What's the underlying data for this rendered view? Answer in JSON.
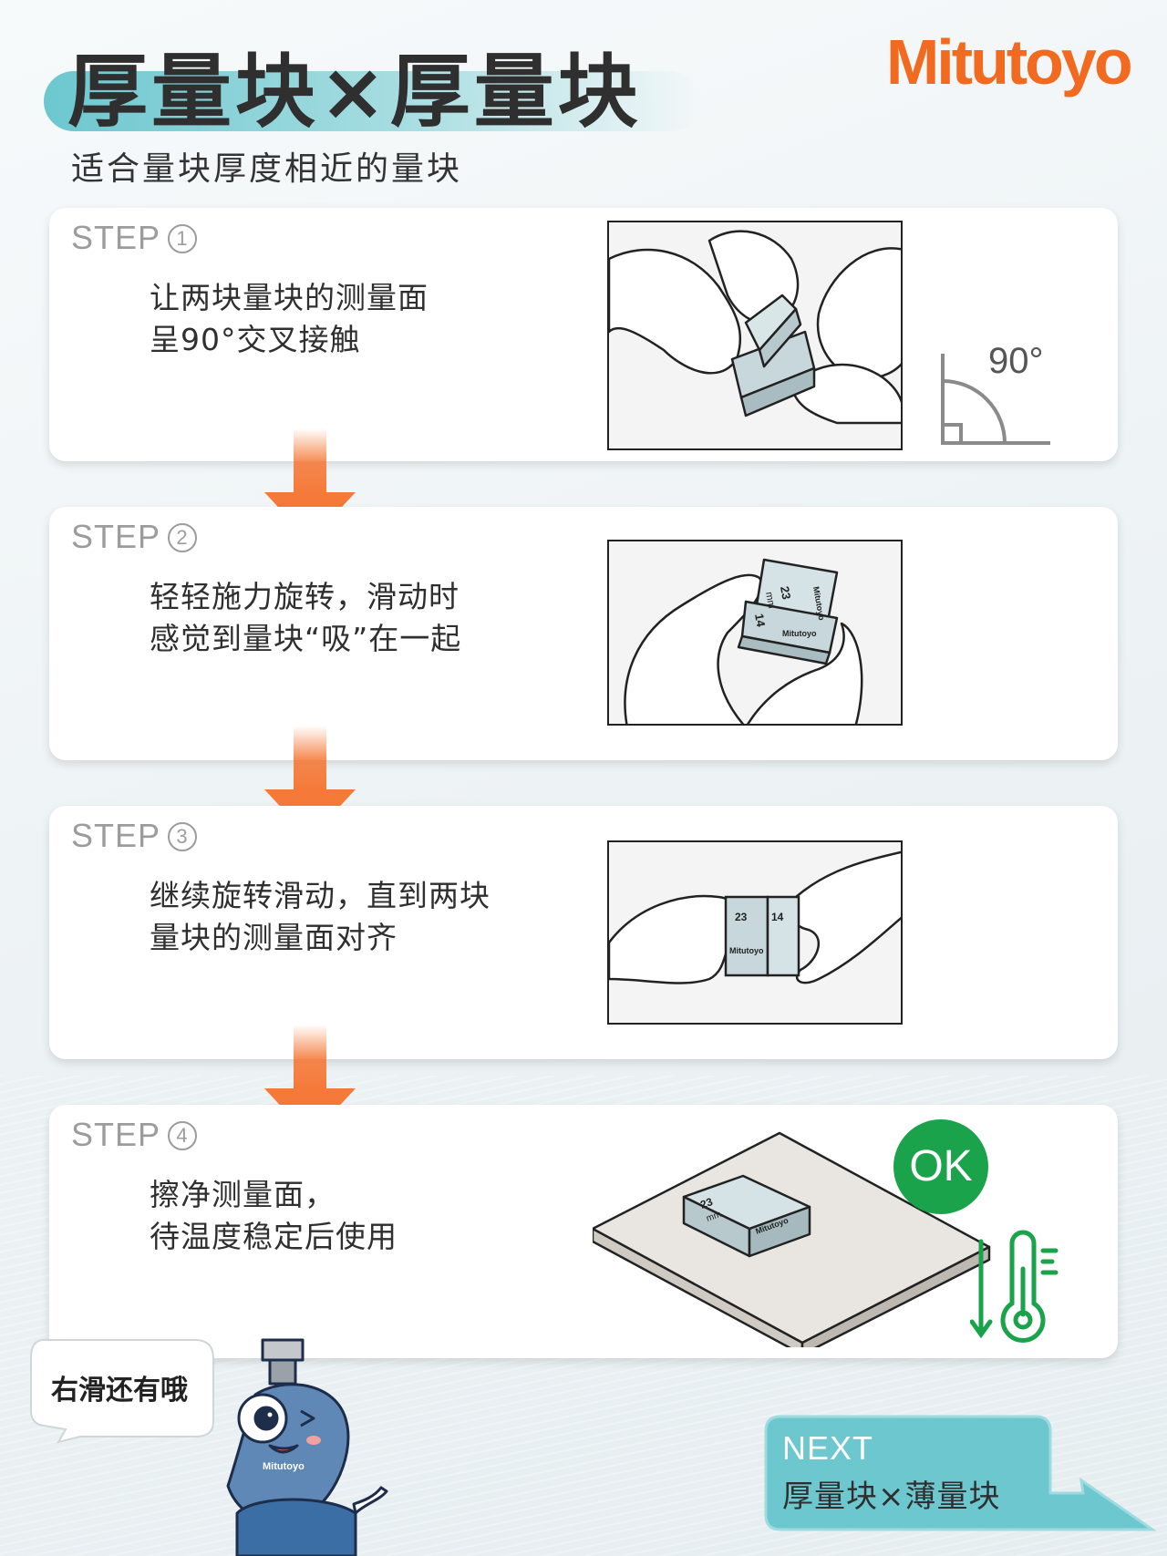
{
  "header": {
    "title": "厚量块×厚量块",
    "subtitle": "适合量块厚度相近的量块",
    "logo": "Mitutoyo"
  },
  "steps": [
    {
      "label": "STEP",
      "number": "1",
      "lines": [
        "让两块量块的测量面",
        "呈90°交叉接触"
      ],
      "angle_label": "90°"
    },
    {
      "label": "STEP",
      "number": "2",
      "lines": [
        "轻轻施力旋转，滑动时",
        "感觉到量块“吸”在一起"
      ]
    },
    {
      "label": "STEP",
      "number": "3",
      "lines": [
        "继续旋转滑动，直到两块",
        "量块的测量面对齐"
      ]
    },
    {
      "label": "STEP",
      "number": "4",
      "lines": [
        "擦净测量面，",
        "待温度稳定后使用"
      ],
      "badge": "OK"
    }
  ],
  "block_marks": {
    "size_a": "23",
    "size_b": "14",
    "unit": "mm",
    "brand": "Mitutoyo"
  },
  "mascot": {
    "speech": "右滑还有哦",
    "brand": "Mitutoyo"
  },
  "next": {
    "label": "NEXT",
    "title": "厚量块×薄量块"
  },
  "colors": {
    "brand_orange": "#f26a1f",
    "arrow_orange": "#f57a3a",
    "teal": "#6cc7cf",
    "ok_green": "#1aa34a"
  }
}
